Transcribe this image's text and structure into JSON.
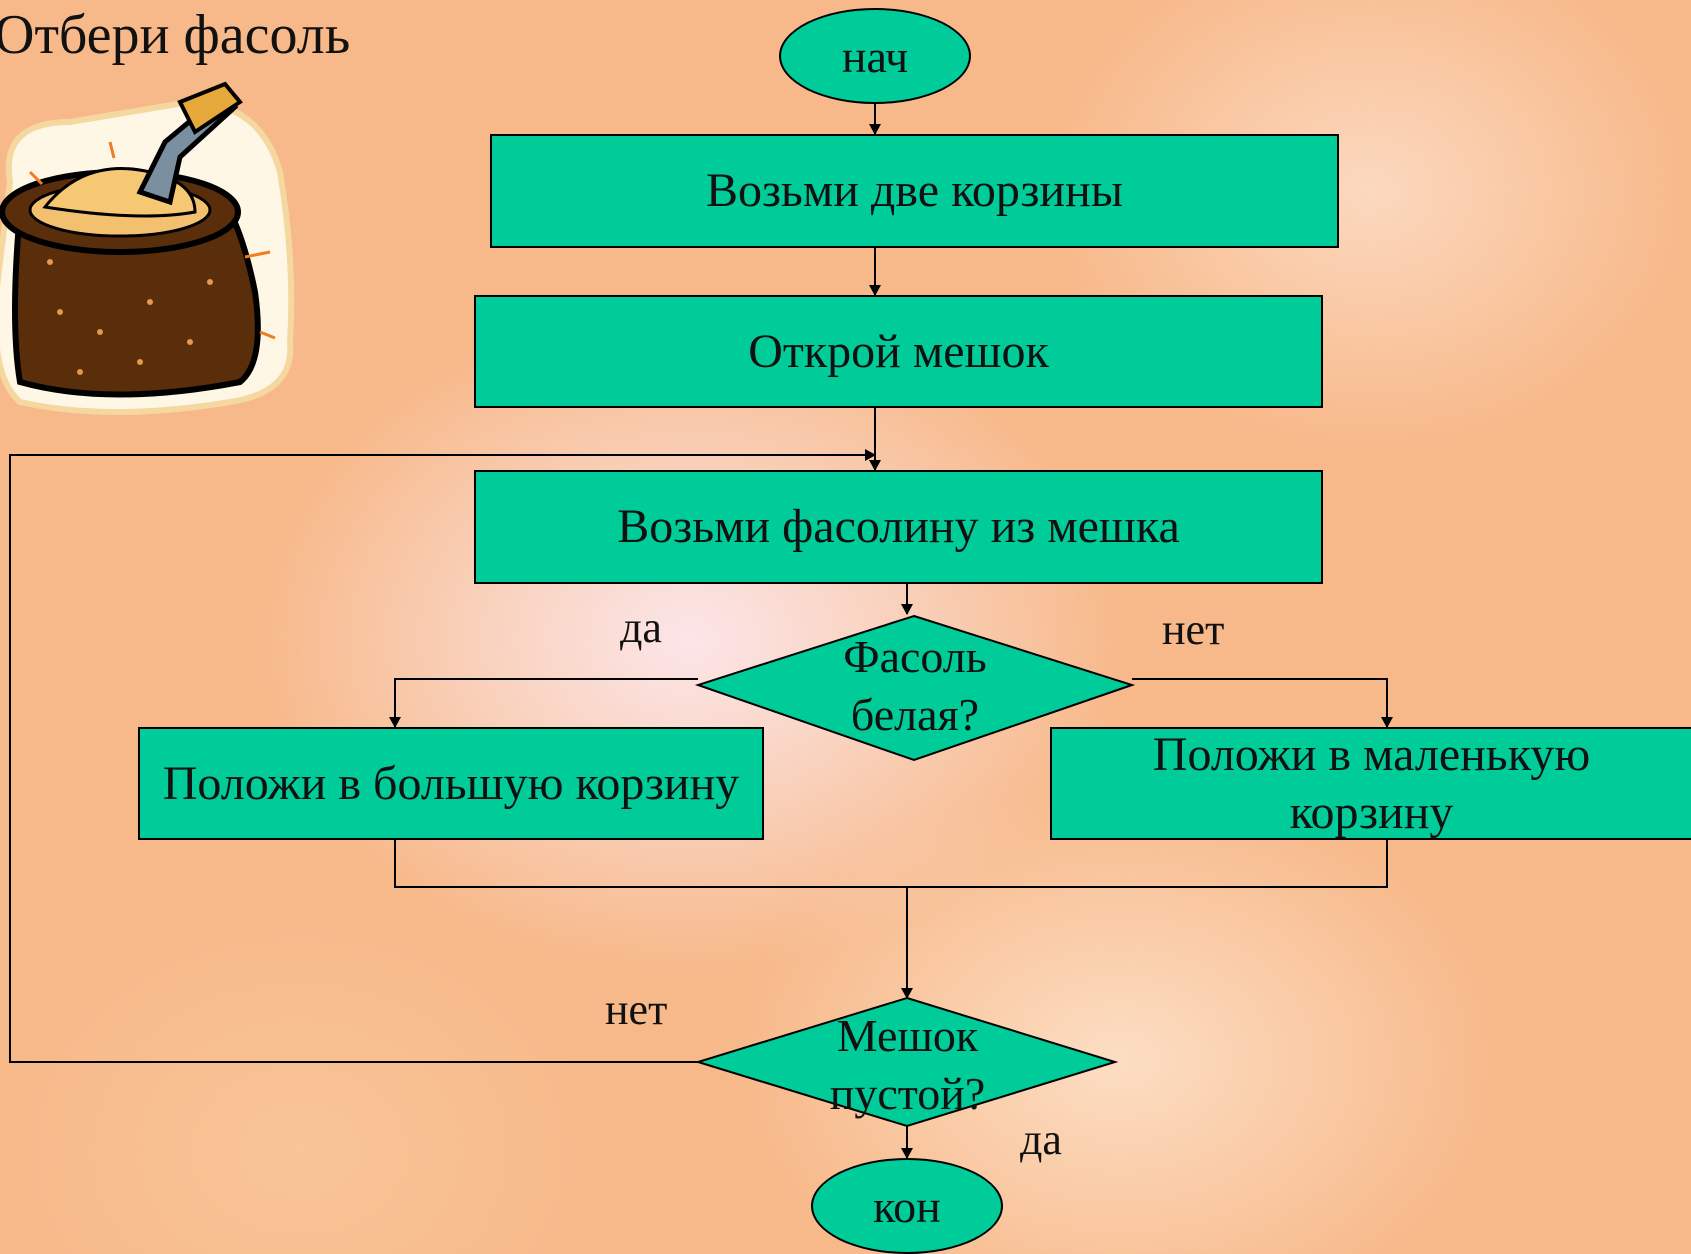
{
  "title": "Отбери фасоль",
  "nodes": {
    "start": "нач",
    "take_baskets": "Возьми две корзины",
    "open_bag": "Открой мешок",
    "take_bean": "Возьми фасолину из мешка",
    "decision_white": "Фасоль белая?",
    "put_big": "Положи в большую корзину",
    "put_small": "Положи в маленькую корзину",
    "decision_empty": "Мешок пустой?",
    "end": "кон"
  },
  "labels": {
    "white_yes": "да",
    "white_no": "нет",
    "empty_no": "нет",
    "empty_yes": "да"
  },
  "colors": {
    "node_fill": "#00cc99",
    "stroke": "#000000",
    "background": "#f7b98a"
  }
}
